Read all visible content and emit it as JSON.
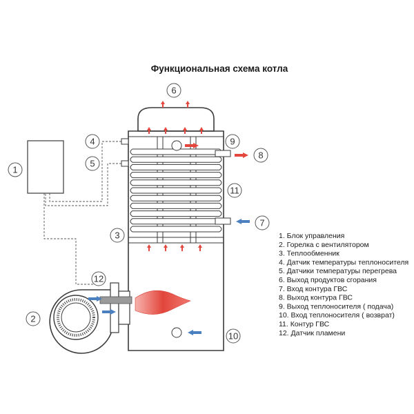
{
  "title": "Функциональная схема котла",
  "callouts": [
    "1",
    "2",
    "3",
    "4",
    "5",
    "6",
    "7",
    "8",
    "9",
    "10",
    "11",
    "12"
  ],
  "legend": [
    "1. Блок управления",
    "2. Горелка с вентилятором",
    "3. Теплообменник",
    "4. Датчик температуры теплоносителя",
    "5. Датчики температуры  перегрева",
    "6. Выход продуктов сгорания",
    "7. Вход контура ГВС",
    "8. Выход контура ГВС",
    "9. Выход теплоносителя ( подача)",
    "10. Вход теплоносителя ( возврат)",
    "11. Контур ГВС",
    "12. Датчик пламени"
  ],
  "colors": {
    "hot": "#e2463c",
    "cold": "#4a7fc0",
    "outline": "#3a3a3a",
    "flame": "#e2463c"
  }
}
